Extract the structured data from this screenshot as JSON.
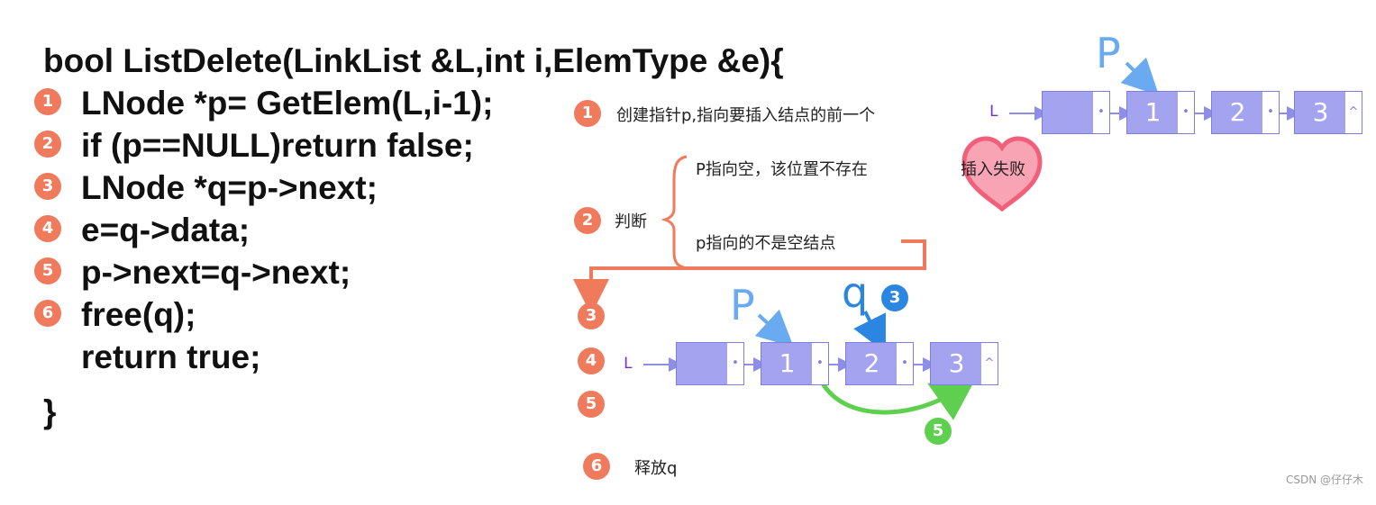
{
  "code": {
    "header": "bool ListDelete(LinkList &L,int i,ElemType &e){",
    "lines": [
      {
        "num": "1",
        "text": "LNode *p= GetElem(L,i-1);"
      },
      {
        "num": "2",
        "text": "if (p==NULL)return false;"
      },
      {
        "num": "3",
        "text": "LNode *q=p->next;"
      },
      {
        "num": "4",
        "text": "e=q->data;"
      },
      {
        "num": "5",
        "text": "p->next=q->next;"
      },
      {
        "num": "6",
        "text": "free(q);"
      },
      {
        "num": "",
        "text": "return true;"
      }
    ],
    "close": "}"
  },
  "steps": {
    "s1": {
      "num": "1",
      "text": "创建指针p,指向要插入结点的前一个"
    },
    "s2": {
      "num": "2",
      "text": "判断",
      "branch_a": "P指向空，该位置不存在",
      "branch_a_result": "插入失败",
      "branch_b": "p指向的不是空结点"
    },
    "s3": {
      "num": "3"
    },
    "s4": {
      "num": "4"
    },
    "s5": {
      "num": "5"
    },
    "s6": {
      "num": "6",
      "text": "释放q"
    }
  },
  "top_list": {
    "head_label": "L",
    "pointer_label": "P",
    "nodes": [
      {
        "value": "",
        "next": "•"
      },
      {
        "value": "1",
        "next": "•"
      },
      {
        "value": "2",
        "next": "•"
      },
      {
        "value": "3",
        "next": "^"
      }
    ]
  },
  "bottom_list": {
    "head_label": "L",
    "pointer_p": "P",
    "pointer_q": "q",
    "q_badge": "3",
    "relink_badge": "5",
    "nodes": [
      {
        "value": "",
        "next": "•"
      },
      {
        "value": "1",
        "next": "•"
      },
      {
        "value": "2",
        "next": "•"
      },
      {
        "value": "3",
        "next": "^"
      }
    ]
  },
  "watermark": "CSDN @仔仔木",
  "colors": {
    "badge": "#f07a5c",
    "node_fill": "#a3a3ef",
    "pointer_p": "#6aaaf0",
    "pointer_q": "#2a86e0",
    "relink_arrow": "#5fcf4f",
    "flow_arrow": "#f07a5c",
    "heart": "#f0607a"
  }
}
